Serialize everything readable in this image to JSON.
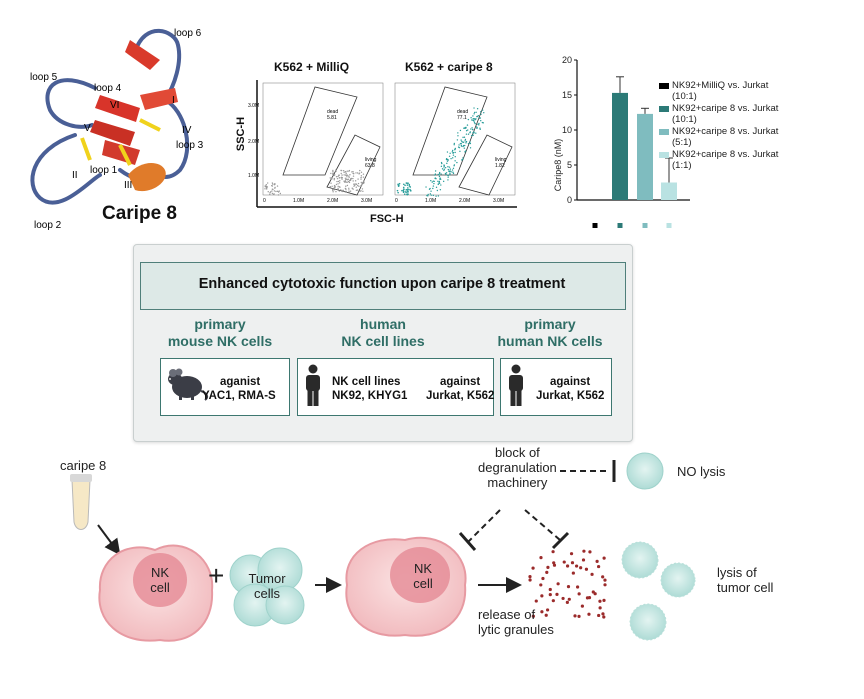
{
  "protein": {
    "title": "Caripe 8",
    "loops": [
      "loop 1",
      "loop 2",
      "loop 3",
      "loop 4",
      "loop 5",
      "loop 6"
    ],
    "strands": [
      "I",
      "II",
      "III",
      "IV",
      "V",
      "VI"
    ]
  },
  "flow": {
    "panels": [
      {
        "title": "K562 + MilliQ",
        "dead_label": "dead",
        "dead_value": "5.81",
        "living_label": "living",
        "living_value": "63.8"
      },
      {
        "title": "K562 + caripe 8",
        "dead_label": "dead",
        "dead_value": "77.1",
        "living_label": "living",
        "living_value": "1.82"
      }
    ],
    "x_label": "FSC-H",
    "y_label": "SSC-H",
    "x_ticks": [
      "0",
      "1.0M",
      "2.0M",
      "3.0M"
    ],
    "y_ticks": [
      "1.0M",
      "2.0M",
      "3.0M"
    ],
    "colors": {
      "milliq": "#9a9a9a",
      "caripe": "#2a9d9a"
    }
  },
  "chart_data": {
    "type": "bar",
    "title": "",
    "xlabel": "",
    "ylabel": "Caripe8 (nM)",
    "ylim": [
      0,
      20
    ],
    "yticks": [
      0,
      5,
      10,
      15,
      20
    ],
    "categories": [
      "NK92+MilliQ vs. Jurkat (10:1)",
      "NK92+caripe 8 vs. Jurkat (10:1)",
      "NK92+caripe 8 vs. Jurkat (5:1)",
      "NK92+caripe 8 vs. Jurkat (1:1)"
    ],
    "values": [
      0,
      15.3,
      12.3,
      2.5
    ],
    "errors": [
      0,
      2.3,
      0.8,
      3.5
    ],
    "colors": [
      "#000000",
      "#2c7a77",
      "#7fbcbf",
      "#b9e2e2"
    ],
    "legend_lines": [
      [
        "NK92+MilliQ vs. Jurkat",
        "(10:1)"
      ],
      [
        "NK92+caripe 8 vs. Jurkat",
        "(10:1)"
      ],
      [
        "NK92+caripe 8 vs. Jurkat",
        "(5:1)"
      ],
      [
        "NK92+caripe 8 vs. Jurkat",
        "(1:1)"
      ]
    ],
    "legend_placement": "right"
  },
  "panel": {
    "title": "Enhanced cytotoxic function upon caripe 8 treatment",
    "columns": [
      {
        "head1": "primary",
        "head2": "mouse NK cells",
        "text1": "aganist",
        "text2": "YAC1, RMA-S",
        "icon": "mouse-icon"
      },
      {
        "head1": "human",
        "head2": "NK cell lines",
        "left1": "NK cell lines",
        "left2": "NK92, KHYG1",
        "right1": "against",
        "right2": "Jurkat, K562",
        "icon": "person-icon"
      },
      {
        "head1": "primary",
        "head2": "human NK cells",
        "text1": "against",
        "text2": "Jurkat, K562",
        "icon": "person-icon"
      }
    ]
  },
  "mechanism": {
    "caripe_label": "caripe 8",
    "nk_label_1": "NK",
    "nk_label_2": "cell",
    "plus": "+",
    "tumor_label_1": "Tumor",
    "tumor_label_2": "cells",
    "nk2_label_1": "NK",
    "nk2_label_2": "cell",
    "block_1": "block of",
    "block_2": "degranulation",
    "block_3": "machinery",
    "no_lysis": "NO lysis",
    "release_1": "release of",
    "release_2": "lytic granules",
    "lysis_1": "lysis of",
    "lysis_2": "tumor cell"
  }
}
